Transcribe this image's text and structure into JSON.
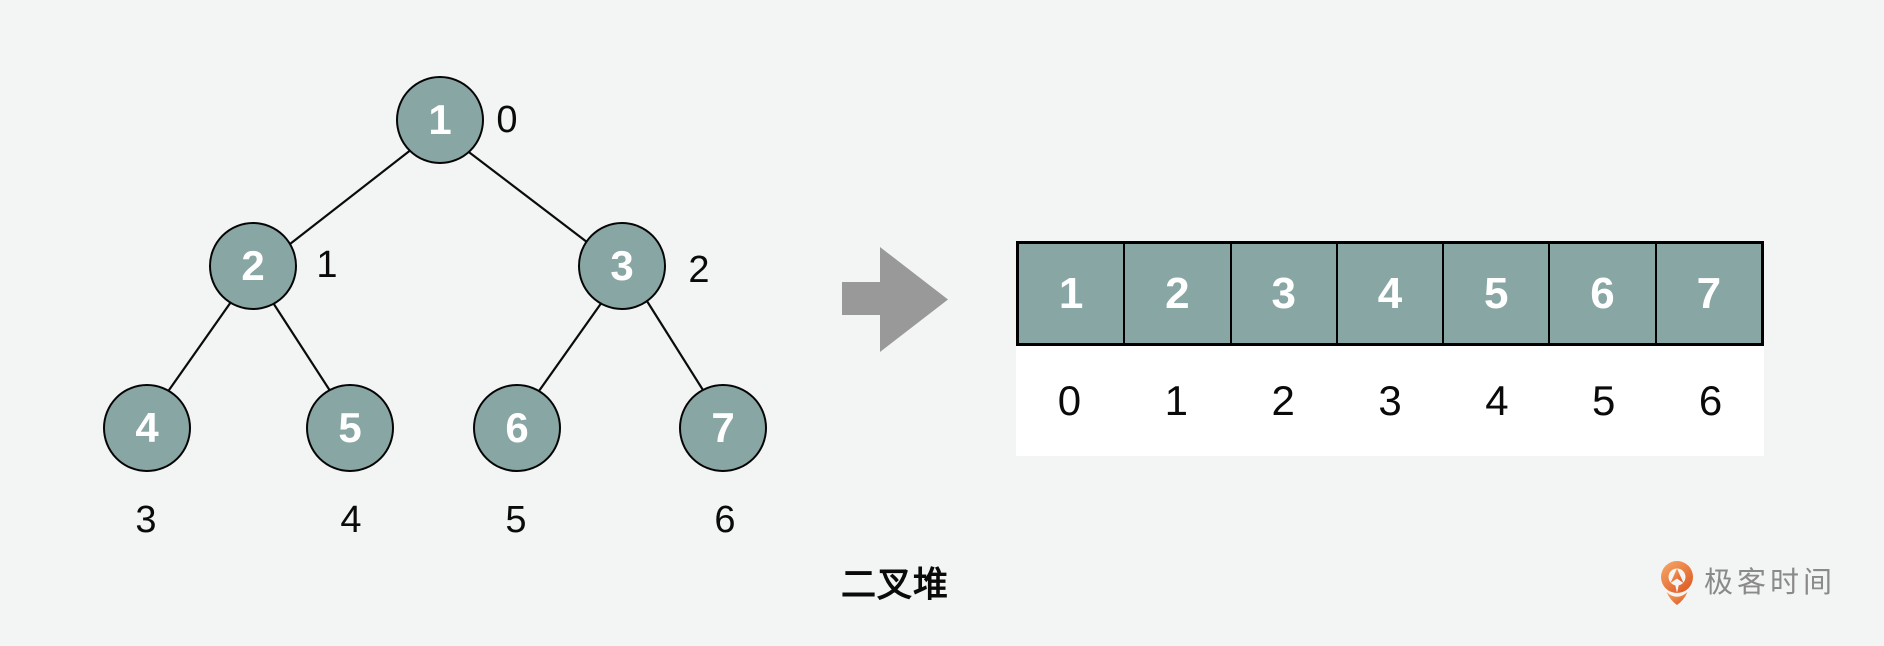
{
  "figure": {
    "caption": "二叉堆"
  },
  "tree": {
    "nodes": [
      {
        "value": "1",
        "index_label": "0"
      },
      {
        "value": "2",
        "index_label": "1"
      },
      {
        "value": "3",
        "index_label": "2"
      },
      {
        "value": "4",
        "index_label": "3"
      },
      {
        "value": "5",
        "index_label": "4"
      },
      {
        "value": "6",
        "index_label": "5"
      },
      {
        "value": "7",
        "index_label": "6"
      }
    ]
  },
  "array": {
    "values": [
      "1",
      "2",
      "3",
      "4",
      "5",
      "6",
      "7"
    ],
    "indices": [
      "0",
      "1",
      "2",
      "3",
      "4",
      "5",
      "6"
    ]
  },
  "logo": {
    "text": "极客时间",
    "icon": "geektime-pin-icon"
  },
  "colors": {
    "node_fill": "#88a6a4",
    "node_border": "#000000",
    "arrow_gray": "#999999",
    "background": "#f3f5f4",
    "array_index_strip": "#ffffff",
    "logo_orange_light": "#f6aa6a",
    "logo_orange_dark": "#e05a22",
    "logo_text_gray": "#8a8a8a"
  }
}
